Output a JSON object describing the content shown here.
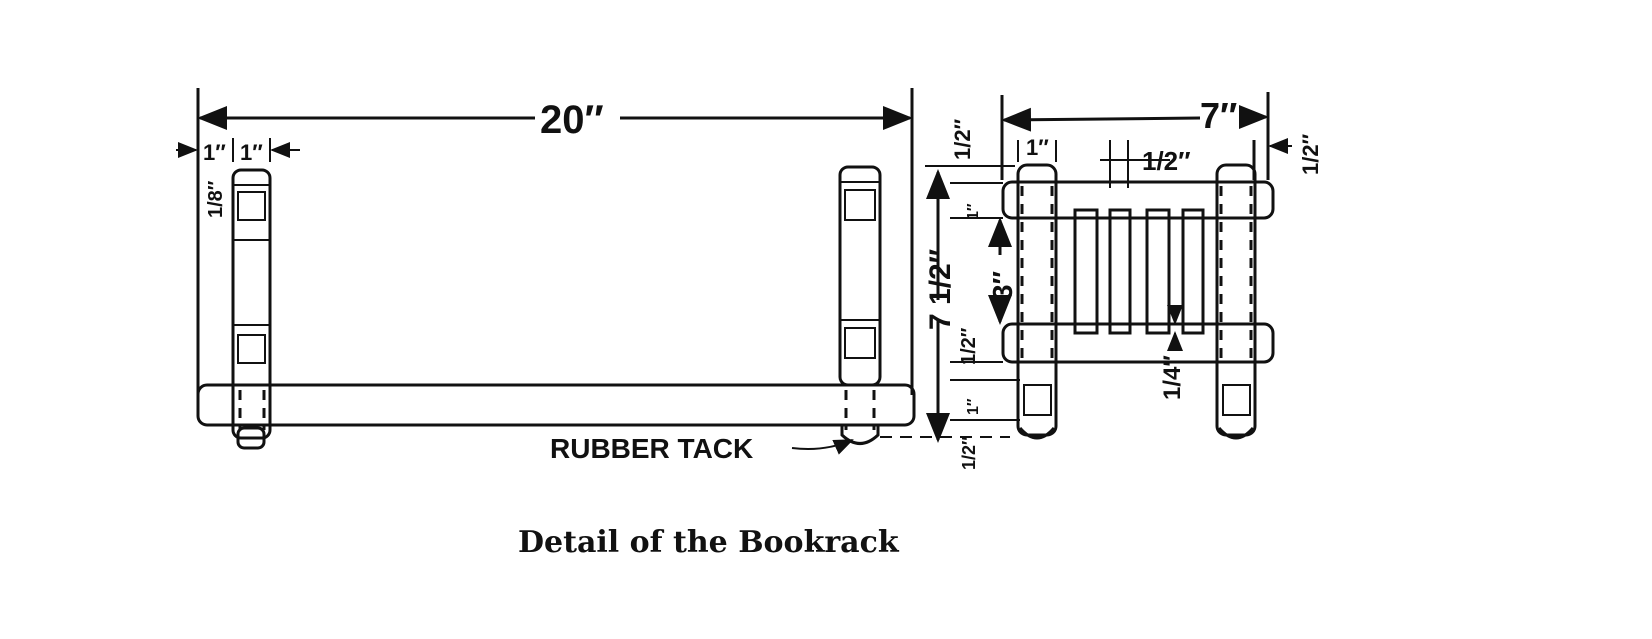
{
  "caption": "Detail of the Bookrack",
  "side_view": {
    "overall_length": "20″",
    "post_offset": "1″",
    "post_width": "1″",
    "tenon_inset": "1/8″",
    "rubber_tack_label": "RUBBER TACK"
  },
  "end_view": {
    "overall_width": "7″",
    "overhang_right": "1/2″",
    "overhang_left": "1/2″",
    "post_width": "1″",
    "slat_width": "1/2″",
    "overall_height": "7 1/2″",
    "rail_gap": "3″",
    "top_rail_height": "1″",
    "bottom_rail_height": "1/2″",
    "foot_height": "1″",
    "tack_height": "1/2″",
    "slat_inset": "1/4″"
  }
}
